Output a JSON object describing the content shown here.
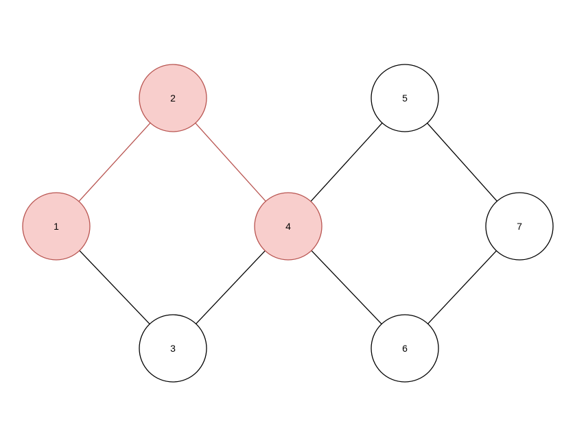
{
  "colors": {
    "background": "#ffffff",
    "default_fill": "#ffffff",
    "default_stroke": "#000000",
    "highlight_fill": "#f8cecc",
    "highlight_stroke": "#b85450"
  },
  "graph": {
    "nodes": [
      {
        "id": "1",
        "label": "1",
        "highlighted": true
      },
      {
        "id": "2",
        "label": "2",
        "highlighted": true
      },
      {
        "id": "3",
        "label": "3",
        "highlighted": false
      },
      {
        "id": "4",
        "label": "4",
        "highlighted": true
      },
      {
        "id": "5",
        "label": "5",
        "highlighted": false
      },
      {
        "id": "6",
        "label": "6",
        "highlighted": false
      },
      {
        "id": "7",
        "label": "7",
        "highlighted": false
      }
    ],
    "edges": [
      {
        "from": "2",
        "to": "1",
        "highlighted": true
      },
      {
        "from": "2",
        "to": "4",
        "highlighted": true
      },
      {
        "from": "1",
        "to": "3",
        "highlighted": false
      },
      {
        "from": "3",
        "to": "4",
        "highlighted": false
      },
      {
        "from": "4",
        "to": "5",
        "highlighted": false
      },
      {
        "from": "4",
        "to": "6",
        "highlighted": false
      },
      {
        "from": "5",
        "to": "7",
        "highlighted": false
      },
      {
        "from": "6",
        "to": "7",
        "highlighted": false
      }
    ]
  }
}
